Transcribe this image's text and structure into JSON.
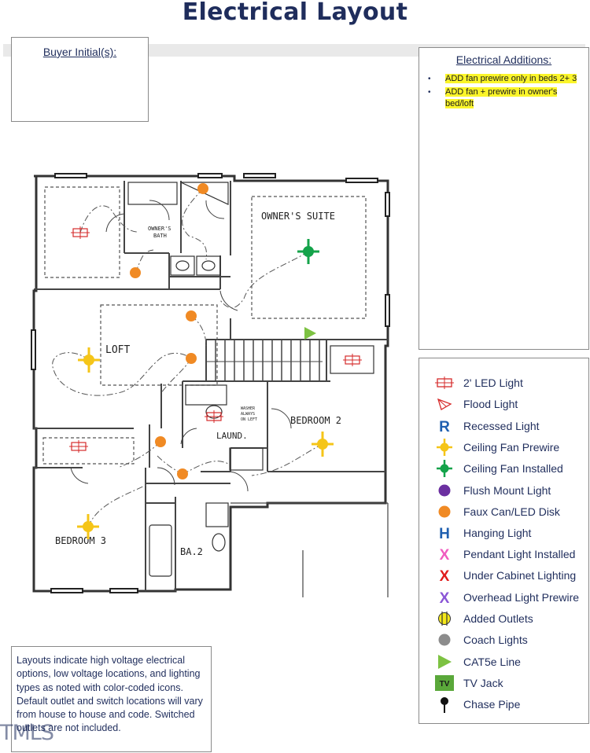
{
  "page": {
    "title": "Electrical Layout"
  },
  "buyer": {
    "heading": "Buyer Initial(s):"
  },
  "additions": {
    "heading": "Electrical Additions:",
    "items": [
      "ADD fan prewire only in beds 2+ 3",
      "ADD fan + prewire in owner's bed/loft"
    ]
  },
  "plan": {
    "rooms": {
      "owners_suite": "OWNER'S SUITE",
      "owners_bath_1": "OWNER'S",
      "owners_bath_2": "BATH",
      "loft": "LOFT",
      "bedroom2": "BEDROOM 2",
      "bedroom3": "BEDROOM 3",
      "laundry": "LAUND.",
      "bath2": "BA.2",
      "washer_1": "WASHER",
      "washer_2": "ALWAYS",
      "washer_3": "ON LEFT"
    }
  },
  "legend": {
    "items": [
      {
        "label": "2' LED Light",
        "icon": "led-2ft-icon",
        "color": "#d62b2b"
      },
      {
        "label": "Flood Light",
        "icon": "flood-light-icon",
        "color": "#d62b2b"
      },
      {
        "label": "Recessed Light",
        "icon": "recessed-light-icon",
        "glyph": "R",
        "color": "#1f5fb0"
      },
      {
        "label": "Ceiling Fan Prewire",
        "icon": "ceiling-fan-prewire-icon",
        "color": "#f5c518"
      },
      {
        "label": "Ceiling Fan Installed",
        "icon": "ceiling-fan-installed-icon",
        "color": "#14a34a"
      },
      {
        "label": "Flush Mount Light",
        "icon": "flush-mount-icon",
        "color": "#6b2fa0"
      },
      {
        "label": "Faux Can/LED Disk",
        "icon": "faux-can-icon",
        "color": "#f08a24"
      },
      {
        "label": "Hanging Light",
        "icon": "hanging-light-icon",
        "glyph": "H",
        "color": "#1f5fb0"
      },
      {
        "label": "Pendant Light Installed",
        "icon": "pendant-light-icon",
        "glyph": "X",
        "color": "#f05bc0"
      },
      {
        "label": "Under Cabinet Lighting",
        "icon": "under-cabinet-icon",
        "glyph": "X",
        "color": "#e01b1b"
      },
      {
        "label": "Overhead Light Prewire",
        "icon": "overhead-prewire-icon",
        "glyph": "X",
        "color": "#8a55d6"
      },
      {
        "label": "Added Outlets",
        "icon": "added-outlet-icon",
        "color": "#f5e81a"
      },
      {
        "label": "Coach Lights",
        "icon": "coach-light-icon",
        "color": "#8c8c8c"
      },
      {
        "label": "CAT5e Line",
        "icon": "cat5e-icon",
        "color": "#7dc242"
      },
      {
        "label": "TV Jack",
        "icon": "tv-jack-icon",
        "glyph": "TV",
        "color": "#5aa83a"
      },
      {
        "label": "Chase Pipe",
        "icon": "chase-pipe-icon",
        "color": "#111111"
      }
    ]
  },
  "note": {
    "text": "Layouts indicate high voltage electrical options, low voltage locations, and lighting types as noted with color-coded icons. Default outlet and switch locations will vary from house to house and code. Switched outlets are not included."
  },
  "watermark": {
    "text": "TMLS"
  }
}
